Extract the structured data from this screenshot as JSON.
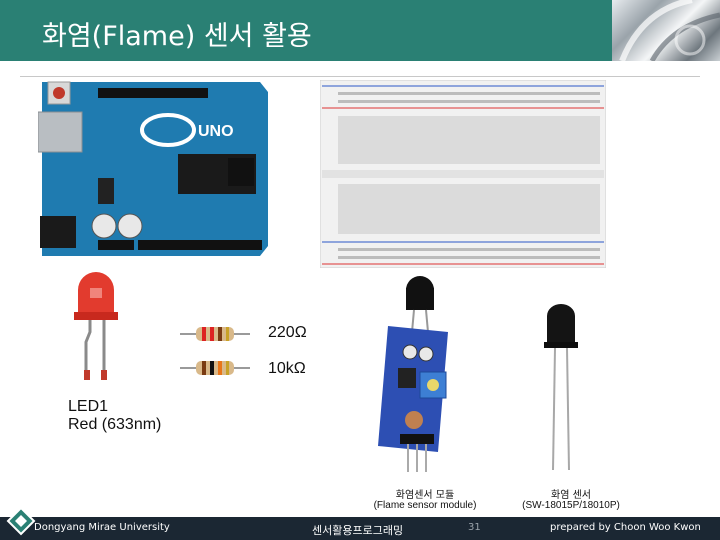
{
  "slide": {
    "title": "화염(Flame) 센서 활용"
  },
  "components": {
    "resistor_1_value": "220Ω",
    "resistor_2_value": "10kΩ",
    "led_label_line1": "LED1",
    "led_label_line2": "Red (633nm)"
  },
  "captions": {
    "module_line1": "화염센서 모듈",
    "module_line2": "(Flame sensor module)",
    "sensor_line1": "화염 센서",
    "sensor_line2": "(SW-18015P/18010P)"
  },
  "footer": {
    "university": "Dongyang Mirae University",
    "course": "센서활용프로그래밍",
    "page_number": "31",
    "author": "prepared by Choon Woo Kwon"
  },
  "colors": {
    "title_bar": "#2a8074",
    "footer_bar": "#1b2733",
    "arduino_board": "#1f7bb0",
    "module_board": "#2d4fb3"
  }
}
